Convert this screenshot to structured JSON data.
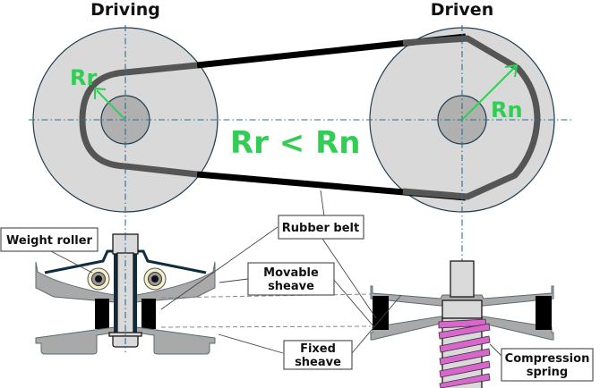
{
  "titles": {
    "driving": "Driving",
    "driven": "Driven"
  },
  "radii": {
    "driving_radius_label": "Rr",
    "driven_radius_label": "Rn",
    "relation": "Rr < Rn"
  },
  "labels": {
    "weight_roller": "Weight roller",
    "rubber_belt": "Rubber belt",
    "movable_sheave_line1": "Movable",
    "movable_sheave_line2": "sheave",
    "fixed_sheave_line1": "Fixed",
    "fixed_sheave_line2": "sheave",
    "compression_spring_line1": "Compression",
    "compression_spring_line2": "spring"
  },
  "colors": {
    "radius_green": "#33cc55",
    "belt": "#555555",
    "belt_outer": "#000000",
    "pulley_fill": "#d9d9d9",
    "spring": "#d966cc",
    "roller": "#f5f0c8",
    "centerline": "#2a6f9a"
  }
}
